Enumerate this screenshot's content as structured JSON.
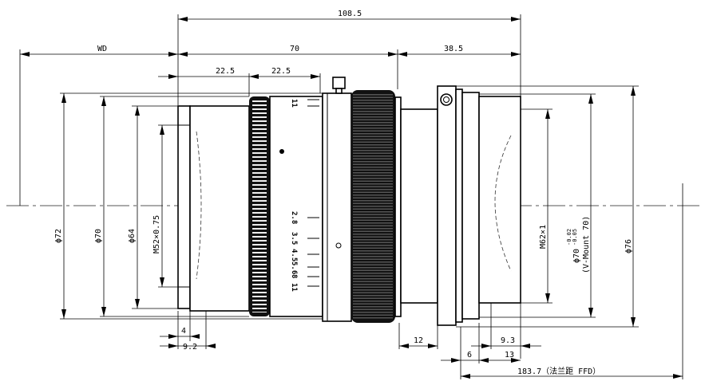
{
  "drawing": {
    "top_dimensions": {
      "total_length": "108.5",
      "working_distance": "WD",
      "body_length": "70",
      "rear_length": "38.5",
      "front_a": "22.5",
      "front_b": "22.5"
    },
    "left_diameters": {
      "d72": "ϕ72",
      "d70": "ϕ70",
      "d64": "ϕ64",
      "filter_thread": "M52×0.75"
    },
    "right_diameters": {
      "rear_thread": "M62×1",
      "mount_diameter": "ϕ70",
      "tol_upper": "-0.02",
      "tol_lower": "-0.05",
      "mount_name": "(V-Mount 70)",
      "d76": "ϕ76"
    },
    "bottom_dimensions": {
      "front_4": "4",
      "front_9_2": "9.2",
      "rear_12": "12",
      "rear_9_3": "9.3",
      "rear_6": "6",
      "rear_13": "13",
      "ffd": "183.7（法兰距 FFD）"
    },
    "aperture_scale": [
      "2.8",
      "3.5",
      "4.5",
      "5.6",
      "8",
      "11"
    ],
    "top_scale_mark": "11"
  }
}
